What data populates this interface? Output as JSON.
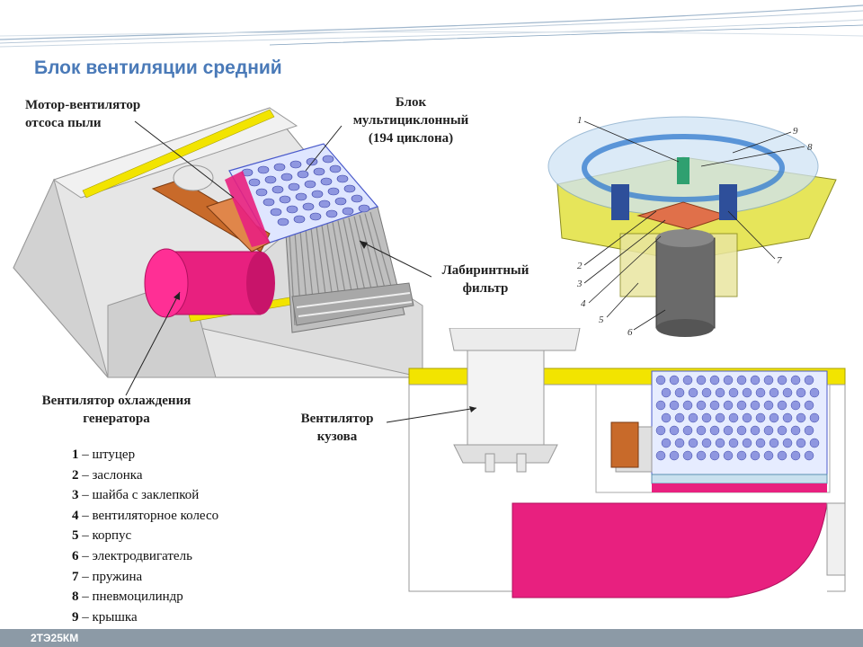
{
  "title": "Блок вентиляции средний",
  "labels": {
    "motor_fan": [
      "Мотор-вентилятор",
      "отсоса пыли"
    ],
    "multicyclone": [
      "Блок",
      "мультициклонный",
      "(194 циклона)"
    ],
    "labyrinth": [
      "Лабиринтный",
      "фильтр"
    ],
    "gen_fan": [
      "Вентилятор охлаждения",
      "генератора"
    ],
    "body_fan": [
      "Вентилятор",
      "кузова"
    ]
  },
  "parts_legend": [
    {
      "num": "1",
      "text": " – штуцер"
    },
    {
      "num": "2",
      "text": " – заслонка"
    },
    {
      "num": "3",
      "text": " – шайба с заклепкой"
    },
    {
      "num": "4",
      "text": " – вентиляторное колесо"
    },
    {
      "num": "5",
      "text": " – корпус"
    },
    {
      "num": "6",
      "text": " – электродвигатель"
    },
    {
      "num": "7",
      "text": " – пружина"
    },
    {
      "num": "8",
      "text": " – пневмоцилиндр"
    },
    {
      "num": "9",
      "text": " – крышка"
    }
  ],
  "callouts": [
    "1",
    "9",
    "8",
    "7",
    "2",
    "3",
    "4",
    "5",
    "6"
  ],
  "footer": "2ТЭ25КМ",
  "colors": {
    "title": "#4a7ab8",
    "magenta": "#e8207f",
    "yellow": "#f2e400",
    "cyclone_blue": "#8f97e0",
    "orange": "#c86a2a",
    "housing_gray": "#d8d8d8"
  }
}
